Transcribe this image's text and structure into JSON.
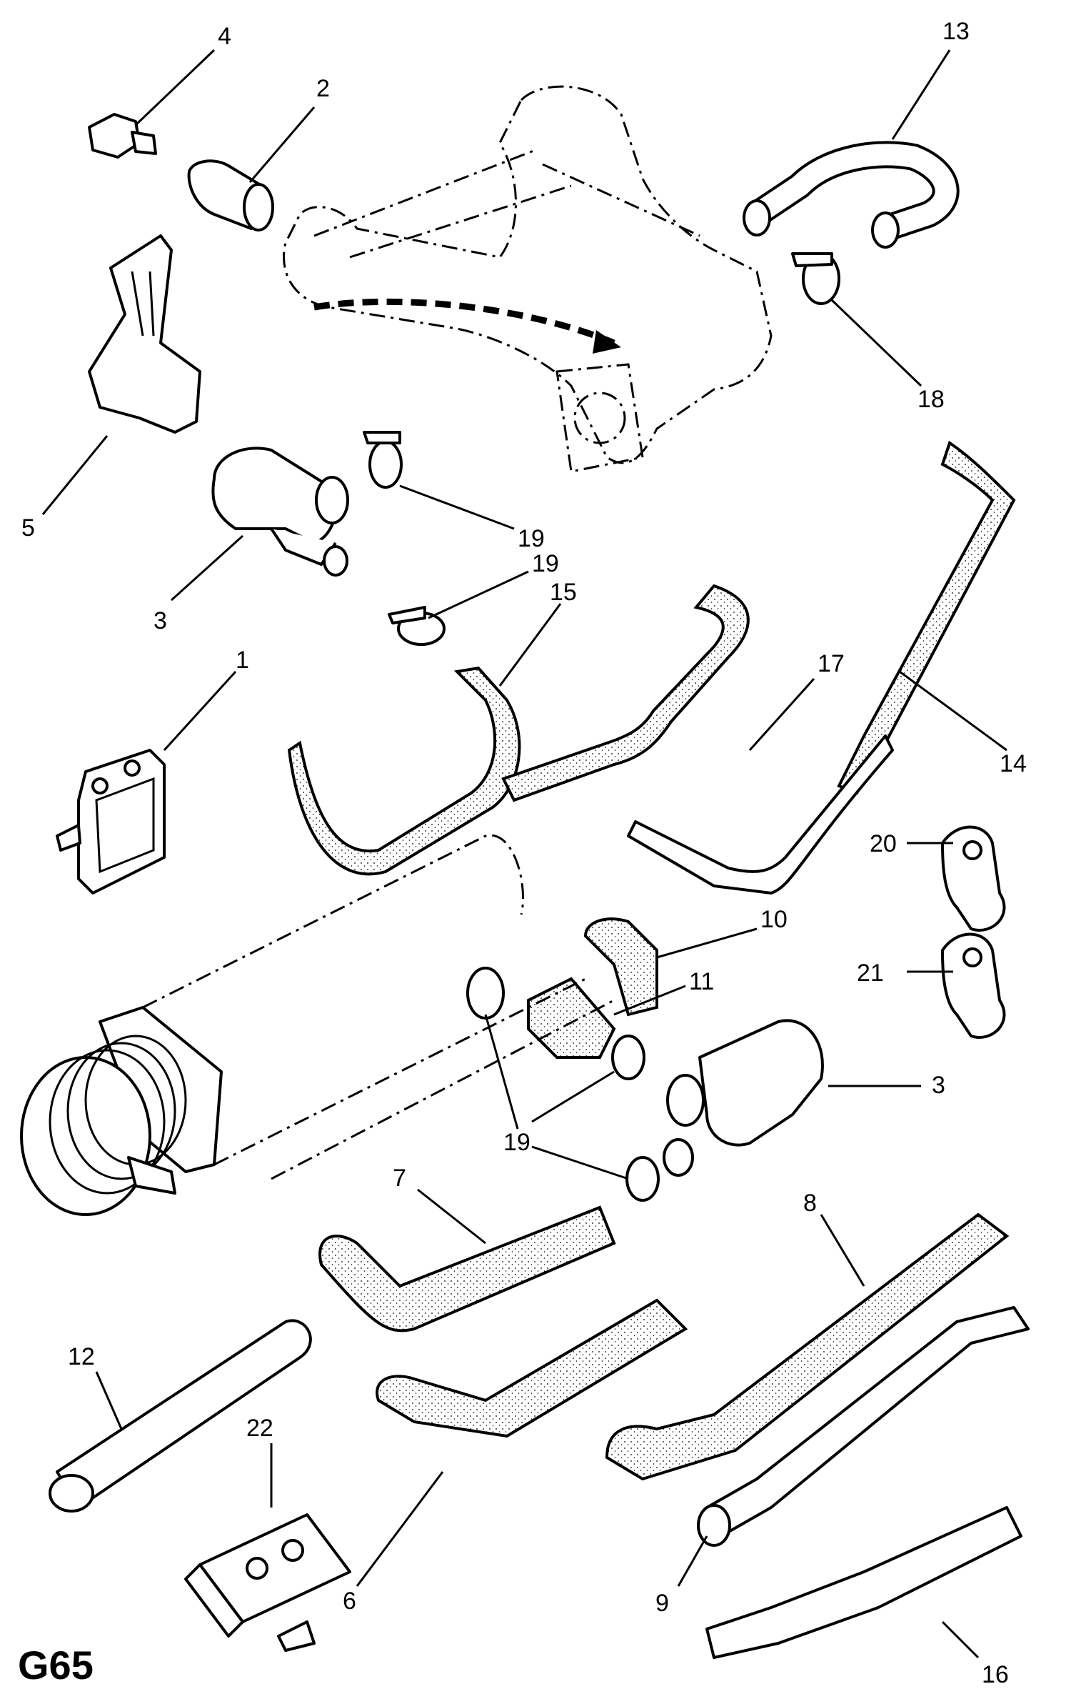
{
  "diagram_code": "G65",
  "callouts": [
    {
      "id": "c1",
      "label": "1"
    },
    {
      "id": "c2",
      "label": "2"
    },
    {
      "id": "c3a",
      "label": "3"
    },
    {
      "id": "c3b",
      "label": "3"
    },
    {
      "id": "c4",
      "label": "4"
    },
    {
      "id": "c5",
      "label": "5"
    },
    {
      "id": "c6",
      "label": "6"
    },
    {
      "id": "c7",
      "label": "7"
    },
    {
      "id": "c8",
      "label": "8"
    },
    {
      "id": "c9",
      "label": "9"
    },
    {
      "id": "c10",
      "label": "10"
    },
    {
      "id": "c11",
      "label": "11"
    },
    {
      "id": "c12",
      "label": "12"
    },
    {
      "id": "c13",
      "label": "13"
    },
    {
      "id": "c14",
      "label": "14"
    },
    {
      "id": "c15",
      "label": "15"
    },
    {
      "id": "c16",
      "label": "16"
    },
    {
      "id": "c17",
      "label": "17"
    },
    {
      "id": "c18",
      "label": "18"
    },
    {
      "id": "c19a",
      "label": "19"
    },
    {
      "id": "c19b",
      "label": "19"
    },
    {
      "id": "c19c",
      "label": "19"
    },
    {
      "id": "c20",
      "label": "20"
    },
    {
      "id": "c21",
      "label": "21"
    },
    {
      "id": "c22",
      "label": "22"
    }
  ]
}
